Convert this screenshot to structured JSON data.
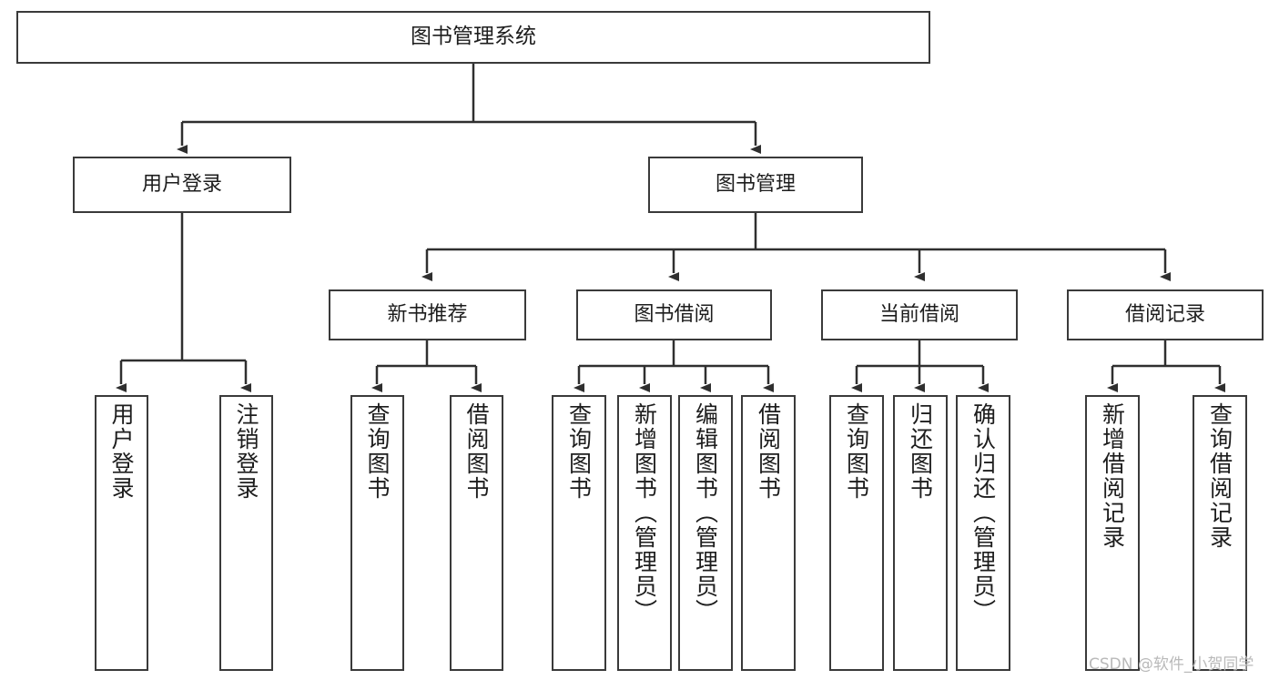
{
  "diagram": {
    "title": "图书管理系统",
    "type": "tree-hierarchy",
    "colors": {
      "border": "#3a3a3a",
      "background": "#ffffff",
      "text": "#1d1d1d",
      "watermark": "#b9b9b9"
    },
    "nodes": {
      "root": {
        "label": "图书管理系统"
      },
      "level2": [
        {
          "label": "用户登录"
        },
        {
          "label": "图书管理"
        }
      ],
      "level3": [
        {
          "label": "新书推荐"
        },
        {
          "label": "图书借阅"
        },
        {
          "label": "当前借阅"
        },
        {
          "label": "借阅记录"
        }
      ],
      "leaves_user_login": [
        {
          "label": "用户登录"
        },
        {
          "label": "注销登录"
        }
      ],
      "leaves_new_book": [
        {
          "label": "查询图书"
        },
        {
          "label": "借阅图书"
        }
      ],
      "leaves_borrow": [
        {
          "label": "查询图书"
        },
        {
          "label": "新增图书（管理员）"
        },
        {
          "label": "编辑图书（管理员）"
        },
        {
          "label": "借阅图书"
        }
      ],
      "leaves_current": [
        {
          "label": "查询图书"
        },
        {
          "label": "归还图书"
        },
        {
          "label": "确认归还（管理员）"
        }
      ],
      "leaves_records": [
        {
          "label": "新增借阅记录"
        },
        {
          "label": "查询借阅记录"
        }
      ]
    }
  },
  "watermark": {
    "text": "CSDN @软件_小贺同学"
  }
}
